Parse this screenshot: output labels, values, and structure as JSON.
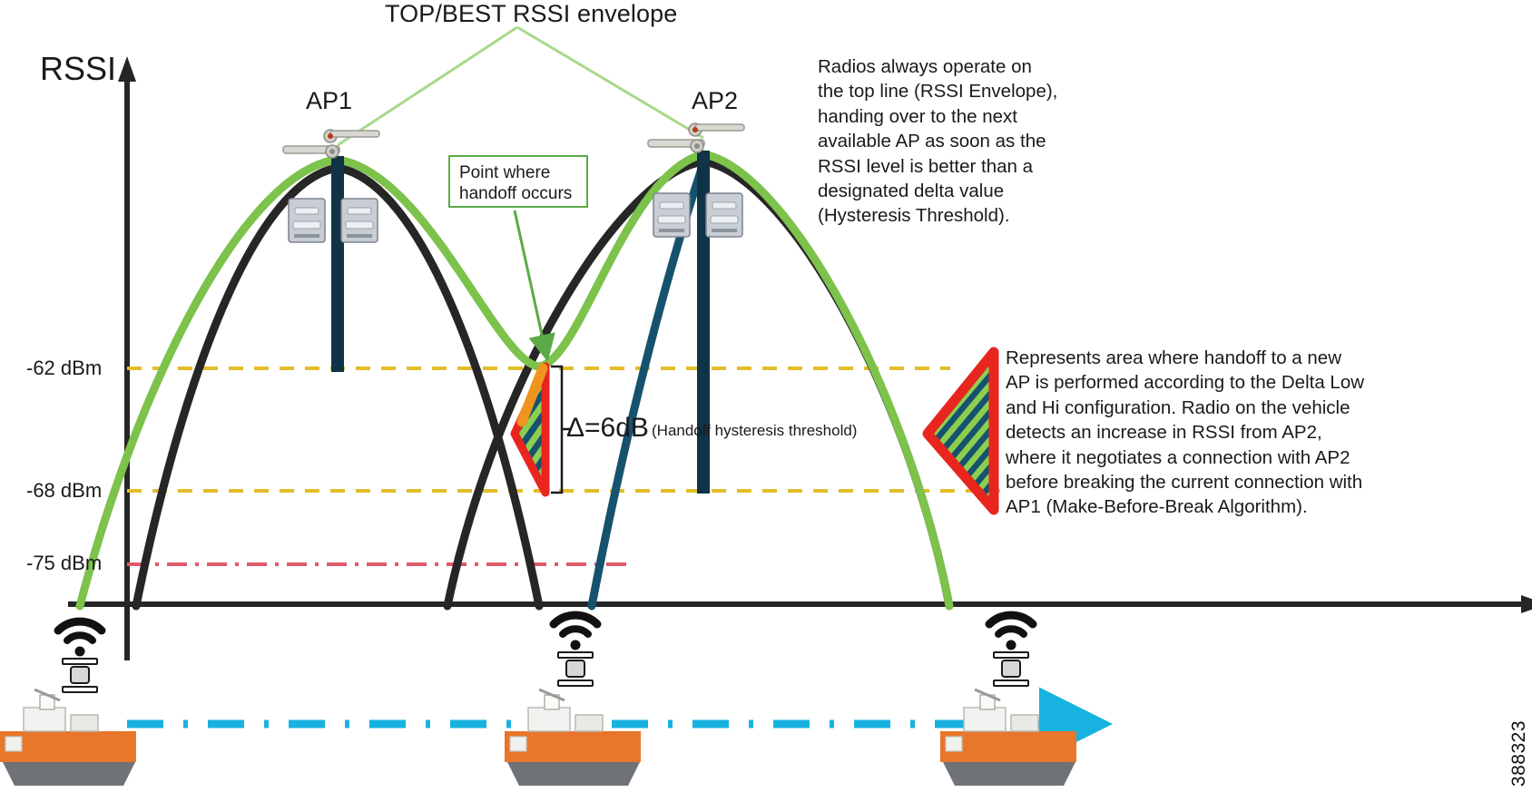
{
  "figure": {
    "title": "TOP/BEST RSSI envelope",
    "watermark": "388323",
    "axis_label_y": "RSSI"
  },
  "aps": [
    {
      "label": "AP1"
    },
    {
      "label": "AP2"
    }
  ],
  "callouts": {
    "handoff_box": "Point where\nhandoff occurs",
    "note_top": "Radios always operate on\nthe top line (RSSI Envelope),\nhanding over to the next\navailable AP as soon as the\nRSSI level is better than a\ndesignated delta value\n(Hysteresis Threshold).",
    "note_bottom": "Represents area where handoff to a new\nAP is performed according to the Delta Low\nand Hi configuration. Radio on the vehicle\ndetects an increase in RSSI from AP2,\nwhere it negotiates a connection with AP2\nbefore breaking the current connection with\nAP1 (Make-Before-Break Algorithm)."
  },
  "delta": {
    "value": "Δ=6dB",
    "description": "(Handoff hysteresis threshold)"
  },
  "colors": {
    "envelope_green": "#7cc24b",
    "coverage_black": "#262626",
    "coverage_blue": "#16526e",
    "threshold_yellow": "#e3bd2a",
    "floor_red": "#e05a6a",
    "handoff_red": "#e8251f",
    "path_cyan": "#18b2e0",
    "mast_dark": "#0f3347",
    "box_green": "#5aaa46"
  },
  "chart_data": {
    "type": "line",
    "title": "TOP/BEST RSSI envelope",
    "xlabel": "",
    "ylabel": "RSSI",
    "ytick_labels": [
      "-62 dBm",
      "-68 dBm",
      "-75 dBm"
    ],
    "ytick_values": [
      -62,
      -68,
      -75
    ],
    "threshold_lines": [
      {
        "label": "-62 dBm",
        "value": -62,
        "style": "dashed",
        "color": "#e3bd2a"
      },
      {
        "label": "-68 dBm",
        "value": -68,
        "style": "dashed",
        "color": "#e3bd2a"
      },
      {
        "label": "-75 dBm",
        "value": -75,
        "style": "dash-dot",
        "color": "#e05a6a"
      }
    ],
    "series": [
      {
        "name": "AP1 coverage",
        "color": "#262626",
        "peak_at": "AP1"
      },
      {
        "name": "AP2 coverage",
        "color": "#16526e",
        "peak_at": "AP2"
      },
      {
        "name": "TOP/BEST RSSI envelope",
        "color": "#7cc24b",
        "type": "envelope"
      }
    ],
    "annotations": [
      {
        "text": "Point where handoff occurs",
        "target": "crossing point near -62 dBm"
      },
      {
        "text": "Δ=6dB (Handoff hysteresis threshold)",
        "span": [
          -68,
          -62
        ]
      }
    ],
    "legend": "none",
    "grid": false
  }
}
